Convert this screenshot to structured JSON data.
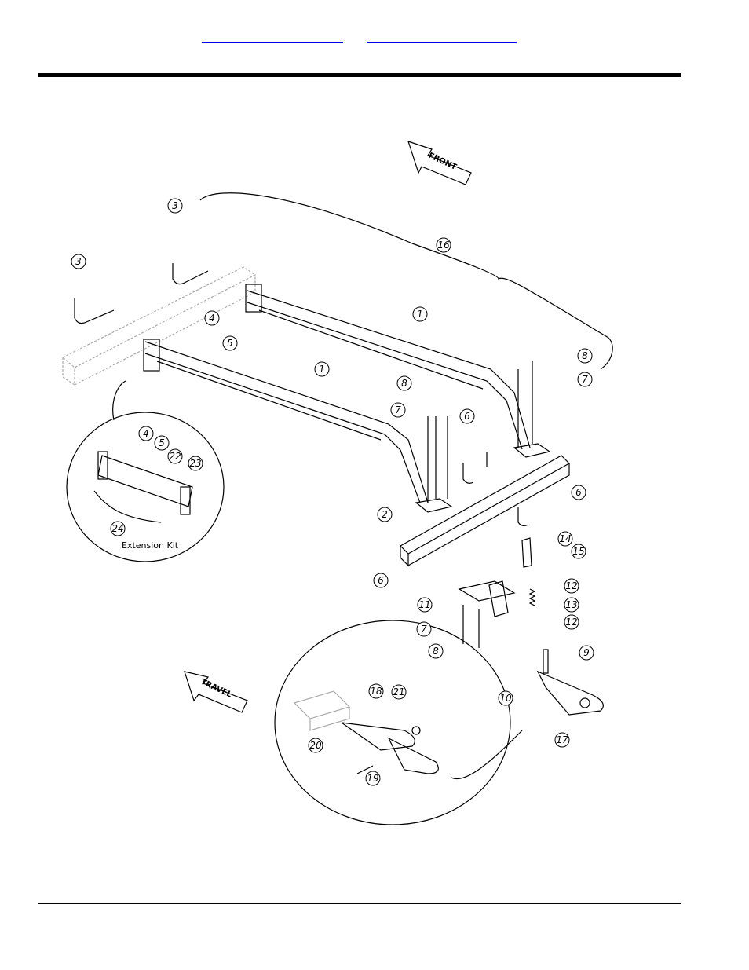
{
  "header": {
    "links": [
      {
        "label": ""
      },
      {
        "label": ""
      }
    ]
  },
  "diagram": {
    "arrows": {
      "front": "FRONT",
      "travel": "TRAVEL"
    },
    "inset_label": "Extension Kit",
    "callouts": [
      {
        "num": "3"
      },
      {
        "num": "3"
      },
      {
        "num": "16"
      },
      {
        "num": "1"
      },
      {
        "num": "1"
      },
      {
        "num": "4"
      },
      {
        "num": "5"
      },
      {
        "num": "8"
      },
      {
        "num": "7"
      },
      {
        "num": "8"
      },
      {
        "num": "7"
      },
      {
        "num": "6"
      },
      {
        "num": "6"
      },
      {
        "num": "2"
      },
      {
        "num": "6"
      },
      {
        "num": "14"
      },
      {
        "num": "15"
      },
      {
        "num": "12"
      },
      {
        "num": "13"
      },
      {
        "num": "12"
      },
      {
        "num": "11"
      },
      {
        "num": "7"
      },
      {
        "num": "8"
      },
      {
        "num": "9"
      },
      {
        "num": "10"
      },
      {
        "num": "17"
      },
      {
        "num": "4"
      },
      {
        "num": "5"
      },
      {
        "num": "22"
      },
      {
        "num": "23"
      },
      {
        "num": "24"
      },
      {
        "num": "18"
      },
      {
        "num": "21"
      },
      {
        "num": "20"
      },
      {
        "num": "19"
      }
    ]
  }
}
